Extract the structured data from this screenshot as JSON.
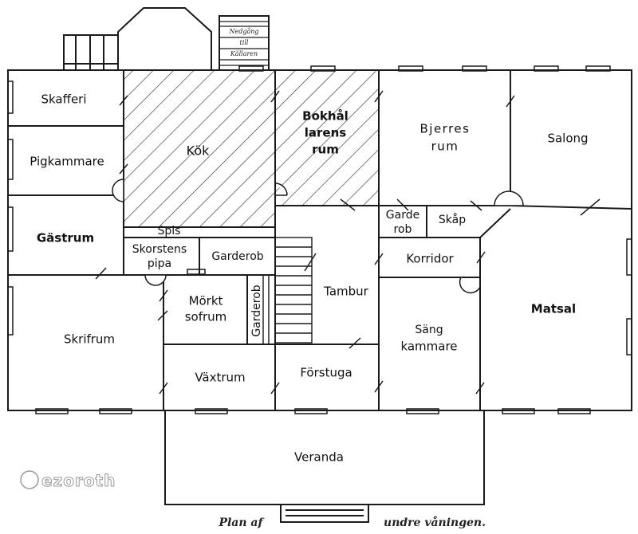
{
  "plan": {
    "rooms": {
      "skafferi": "Skafferi",
      "pigkammare": "Pigkammare",
      "gastrum": "Gästrum",
      "skrifrum": "Skrifrum",
      "kok": "Kök",
      "spis": "Spis",
      "skorstenspipa_1": "Skorstens",
      "skorstenspipa_2": "pipa",
      "garderob_kok": "Garderob",
      "morkt_sofrum_1": "Mörkt",
      "morkt_sofrum_2": "sofrum",
      "garderob_vertical": "Garderob",
      "vaxtrum": "Växtrum",
      "forstuga": "Förstuga",
      "tambur": "Tambur",
      "bokhallarens_1": "Bokhål",
      "bokhallarens_2": "larens",
      "bokhallarens_3": "rum",
      "bjerres_1": "Bjerres",
      "bjerres_2": "rum",
      "salong": "Salong",
      "garderob_small_1": "Garde",
      "garderob_small_2": "rob",
      "skap": "Skåp",
      "korridor": "Korridor",
      "sangkammare_1": "Säng",
      "sangkammare_2": "kammare",
      "matsal": "Matsal",
      "veranda": "Veranda"
    },
    "stair_label": {
      "line1": "Nedgång",
      "line2": "till",
      "line3": "Källaren"
    },
    "caption": {
      "left": "Plan af",
      "right": "undre våningen."
    },
    "watermark": "ezoroth"
  }
}
